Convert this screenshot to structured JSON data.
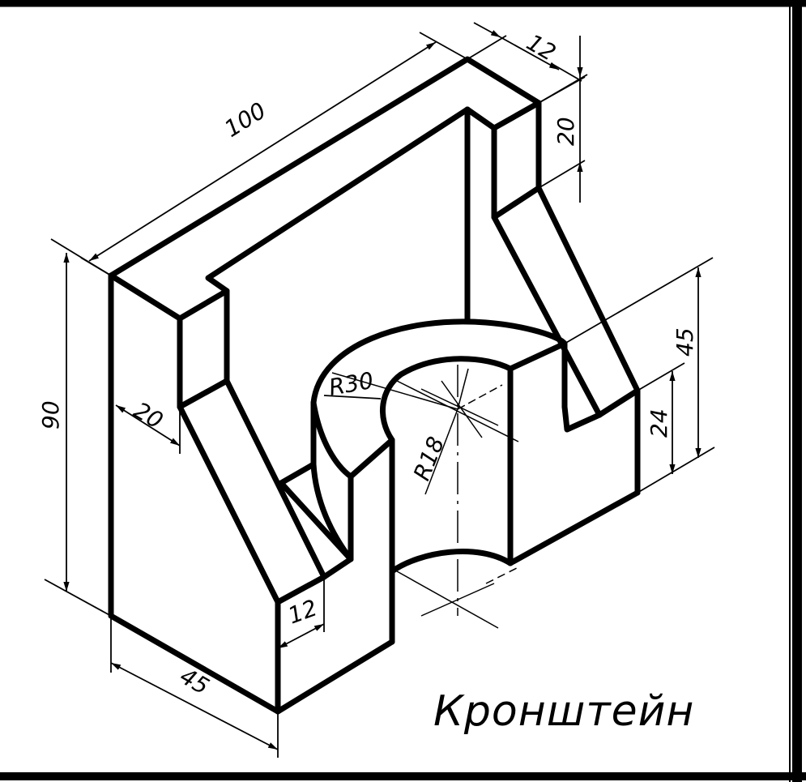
{
  "title": "Кронштейн",
  "dimensions": {
    "length_top": "100",
    "top_thickness": "12",
    "top_height": "20",
    "height_total": "90",
    "rib_width": "20",
    "radius_outer": "R30",
    "radius_inner": "R18",
    "step_height": "45",
    "notch_height": "24",
    "base_depth": "12",
    "base_width": "45"
  },
  "colors": {
    "line": "#000000",
    "background": "#ffffff"
  }
}
